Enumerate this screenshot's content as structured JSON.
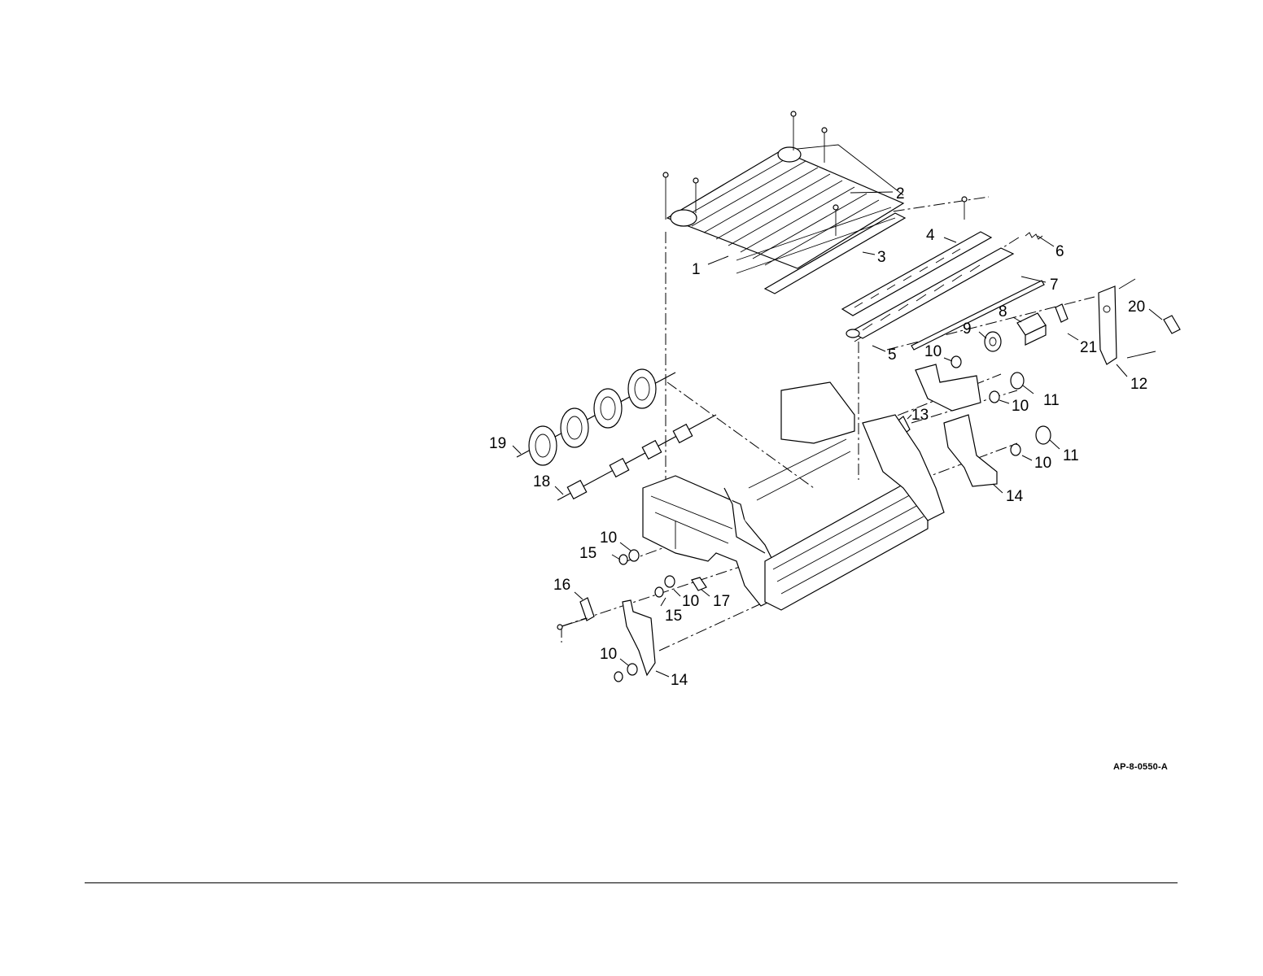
{
  "figure": {
    "reference_code": "AP-8-0550-A",
    "callouts": [
      {
        "id": "1",
        "label": "1"
      },
      {
        "id": "2",
        "label": "2"
      },
      {
        "id": "3",
        "label": "3"
      },
      {
        "id": "4",
        "label": "4"
      },
      {
        "id": "5",
        "label": "5"
      },
      {
        "id": "6",
        "label": "6"
      },
      {
        "id": "7",
        "label": "7"
      },
      {
        "id": "8",
        "label": "8"
      },
      {
        "id": "9",
        "label": "9"
      },
      {
        "id": "10a",
        "label": "10"
      },
      {
        "id": "10b",
        "label": "10"
      },
      {
        "id": "10c",
        "label": "10"
      },
      {
        "id": "10d",
        "label": "10"
      },
      {
        "id": "10e",
        "label": "10"
      },
      {
        "id": "10f",
        "label": "10"
      },
      {
        "id": "11a",
        "label": "11"
      },
      {
        "id": "11b",
        "label": "11"
      },
      {
        "id": "12",
        "label": "12"
      },
      {
        "id": "13",
        "label": "13"
      },
      {
        "id": "14a",
        "label": "14"
      },
      {
        "id": "14b",
        "label": "14"
      },
      {
        "id": "15a",
        "label": "15"
      },
      {
        "id": "15b",
        "label": "15"
      },
      {
        "id": "16",
        "label": "16"
      },
      {
        "id": "17",
        "label": "17"
      },
      {
        "id": "18",
        "label": "18"
      },
      {
        "id": "19",
        "label": "19"
      },
      {
        "id": "20",
        "label": "20"
      },
      {
        "id": "21",
        "label": "21"
      }
    ]
  }
}
